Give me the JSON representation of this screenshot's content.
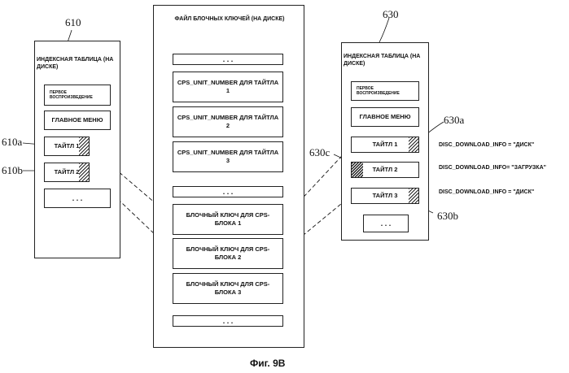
{
  "left_table": {
    "ref": "610",
    "title": "ИНДЕКСНАЯ ТАБЛИЦА (НА ДИСКЕ)",
    "first_play": "ПЕРВОЕ ВОСПРОИЗВЕДЕНИЕ",
    "main_menu": "ГЛАВНОЕ МЕНЮ",
    "title1": "ТАЙТЛ 1",
    "title2": "ТАЙТЛ 2",
    "more": ". . .",
    "ref_a": "610a",
    "ref_b": "610b"
  },
  "center_file": {
    "title": "ФАЙЛ БЛОЧНЫХ КЛЮЧЕЙ (НА ДИСКЕ)",
    "more_top": ". . .",
    "cps1": "CPS_UNIT_NUMBER ДЛЯ ТАЙТЛА 1",
    "cps2": "CPS_UNIT_NUMBER ДЛЯ ТАЙТЛА 2",
    "cps3": "CPS_UNIT_NUMBER ДЛЯ ТАЙТЛА 3",
    "more_mid": ". . .",
    "key1": "БЛОЧНЫЙ КЛЮЧ ДЛЯ CPS-БЛОКА 1",
    "key2": "БЛОЧНЫЙ КЛЮЧ ДЛЯ CPS-БЛОКА 2",
    "key3": "БЛОЧНЫЙ КЛЮЧ ДЛЯ CPS-БЛОКА 3",
    "more_bottom": ". . ."
  },
  "right_table": {
    "ref": "630",
    "title": "ИНДЕКСНАЯ ТАБЛИЦА (НА ДИСКЕ)",
    "first_play": "ПЕРВОЕ ВОСПРОИЗВЕДЕНИЕ",
    "main_menu": "ГЛАВНОЕ МЕНЮ",
    "title1": "ТАЙТЛ 1",
    "title2": "ТАЙТЛ 2",
    "title3": "ТАЙТЛ 3",
    "more": ". . .",
    "ref_a": "630a",
    "ref_b": "630b",
    "ref_c": "630c"
  },
  "download_info": {
    "line1": "DISC_DOWNLOAD_INFO = \"ДИСК\"",
    "line2": "DISC_DOWNLOAD_INFO= \"ЗАГРУЗКА\"",
    "line3": "DISC_DOWNLOAD_INFO = \"ДИСК\""
  },
  "caption": "Фиг. 9В"
}
